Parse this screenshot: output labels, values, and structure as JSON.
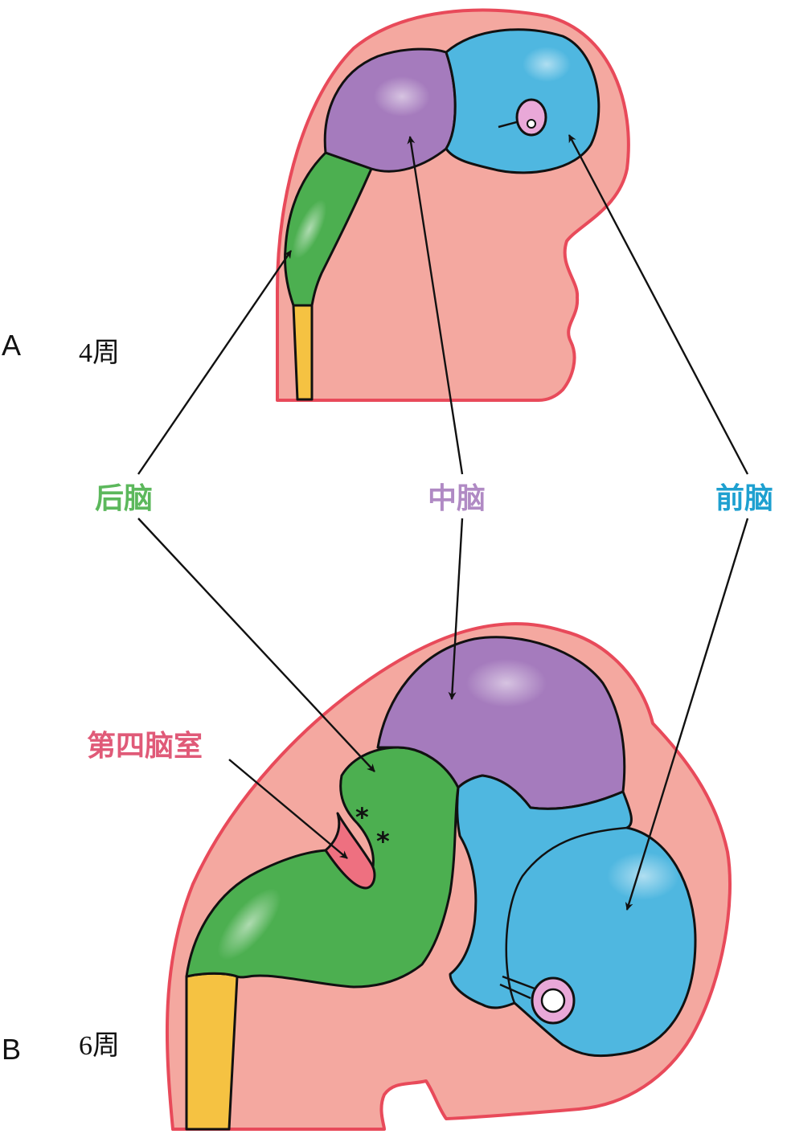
{
  "panels": {
    "a": {
      "letter": "A",
      "week": "4周"
    },
    "b": {
      "letter": "B",
      "week": "6周"
    }
  },
  "labels": {
    "hindbrain": "后脑",
    "midbrain": "中脑",
    "forebrain": "前脑",
    "fourth_ventricle": "第四脑室",
    "marks": "*"
  },
  "colors": {
    "skin": "#f4a8a0",
    "skin_border": "#e84a5a",
    "hindbrain": "#4caf50",
    "midbrain": "#a57bbd",
    "forebrain": "#4fb7e0",
    "spinal_cord": "#f5c242",
    "ventricle": "#ee7080",
    "eye": "#e9a8d8",
    "hindbrain_label": "#5cb85c",
    "midbrain_label": "#b08ac4",
    "forebrain_label": "#1ea0d0",
    "ventricle_label": "#e05a78"
  }
}
